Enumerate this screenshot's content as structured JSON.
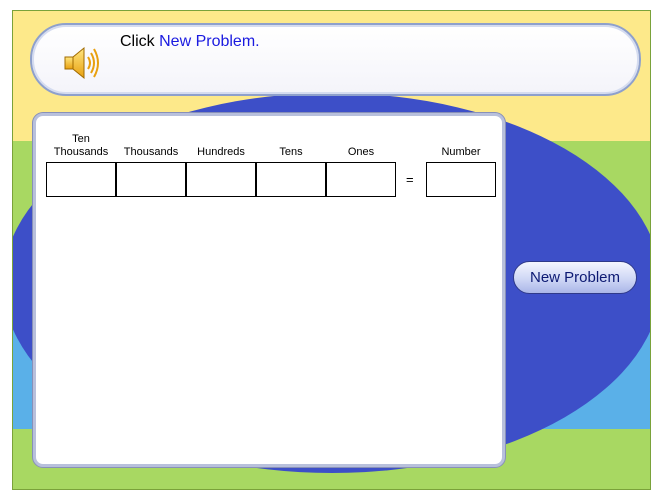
{
  "instruction": {
    "prefix": "Click ",
    "link": "New Problem."
  },
  "place_value_table": {
    "columns": [
      {
        "label": "Ten\nThousands"
      },
      {
        "label": "Thousands"
      },
      {
        "label": "Hundreds"
      },
      {
        "label": "Tens"
      },
      {
        "label": "Ones"
      }
    ],
    "equals": "=",
    "number_label": "Number"
  },
  "actions": {
    "new_problem_label": "New Problem"
  },
  "colors": {
    "ellipse": "#3d4fc8",
    "yellow_band": "#fde98a",
    "green_band": "#a8d862",
    "light_blue_band": "#5ab0e8",
    "link": "#1a1ae0"
  },
  "icons": {
    "speaker": "speaker-icon"
  }
}
